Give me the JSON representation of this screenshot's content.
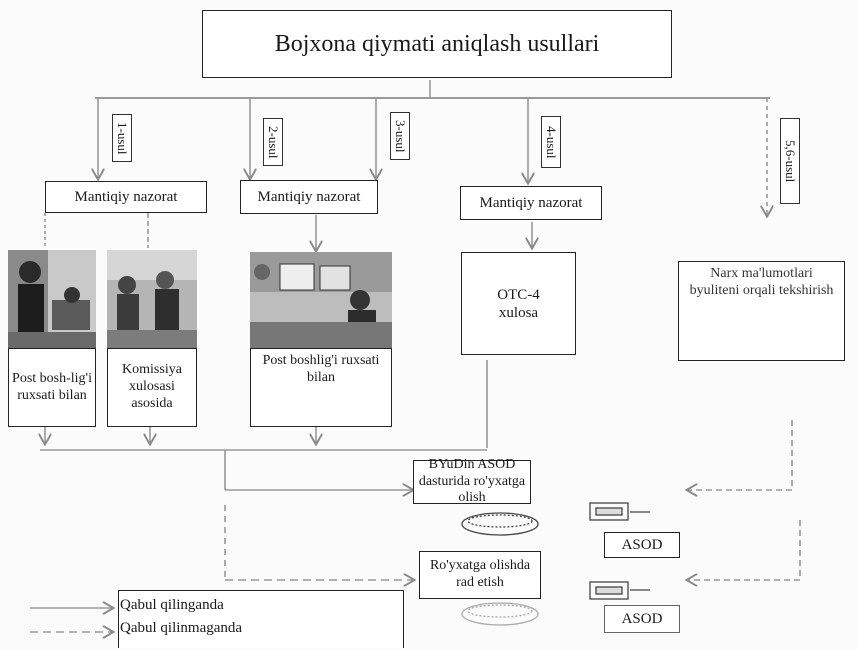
{
  "title": "Bojxona qiymati aniqlash usullari",
  "methods": [
    "1-usul",
    "2-usul",
    "3-usul",
    "4-usul",
    "5,6-usul"
  ],
  "logic_control": "Mantiqiy nazorat",
  "outcomes": {
    "post_chief_a": "Post bosh-lig'i ruxsati bilan",
    "commission": "Komissiya xulosasi asosida",
    "post_chief_b": "Post boshlig'i ruxsati bilan",
    "otc": "OTC-4 xulosa",
    "price_check": "Narx ma'lumotlari byuliteni orqali tekshirish"
  },
  "registration": "BYuDin ASOD dasturida ro'yxatga olish",
  "rejection": "Ro'yxatga olishda rad etish",
  "asod": "ASOD",
  "legend": {
    "accepted": "Qabul qilinganda",
    "rejected": "Qabul qilinmaganda"
  }
}
